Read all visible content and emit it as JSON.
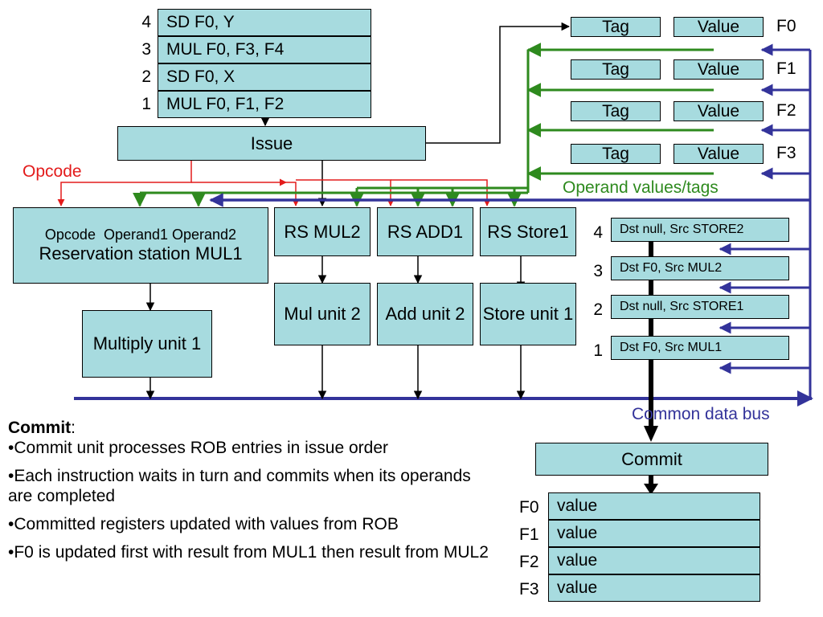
{
  "instruction_queue": [
    {
      "num": "4",
      "text": "SD F0, Y"
    },
    {
      "num": "3",
      "text": "MUL F0, F3, F4"
    },
    {
      "num": "2",
      "text": "SD F0, X"
    },
    {
      "num": "1",
      "text": "MUL F0, F1, F2"
    }
  ],
  "issue_label": "Issue",
  "opcode_label": "Opcode",
  "register_file": {
    "tag_label": "Tag",
    "value_label": "Value",
    "registers": [
      "F0",
      "F1",
      "F2",
      "F3"
    ]
  },
  "operand_label": "Operand values/tags",
  "rs_mul1": {
    "fields": "Opcode  Operand1 Operand2",
    "name": "Reservation station MUL1"
  },
  "reservation_stations": [
    "RS MUL2",
    "RS ADD1",
    "RS Store1"
  ],
  "functional_units": [
    "Mul unit 2",
    "Add unit 2",
    "Store unit 1"
  ],
  "multiply_unit": "Multiply unit 1",
  "rob_entries": [
    {
      "num": "4",
      "text": "Dst null, Src STORE2"
    },
    {
      "num": "3",
      "text": "Dst F0, Src MUL2"
    },
    {
      "num": "2",
      "text": "Dst null, Src STORE1"
    },
    {
      "num": "1",
      "text": "Dst F0, Src MUL1"
    }
  ],
  "cdb_label": "Common data bus",
  "commit_label": "Commit",
  "committed_registers": [
    {
      "name": "F0",
      "value": "value"
    },
    {
      "name": "F1",
      "value": "value"
    },
    {
      "name": "F2",
      "value": "value"
    },
    {
      "name": "F3",
      "value": "value"
    }
  ],
  "notes": {
    "title": "Commit",
    "bullets": [
      "•Commit unit processes ROB entries in issue order",
      "•Each instruction waits in turn and commits when its operands are completed",
      "•Committed registers updated with values from ROB",
      "•F0 is updated first with result from MUL1 then result from MUL2"
    ]
  },
  "colors": {
    "box": "#a7dbdf",
    "bus": "#33339a",
    "operand": "#2e8a1e",
    "opcode": "#e31b1b"
  }
}
